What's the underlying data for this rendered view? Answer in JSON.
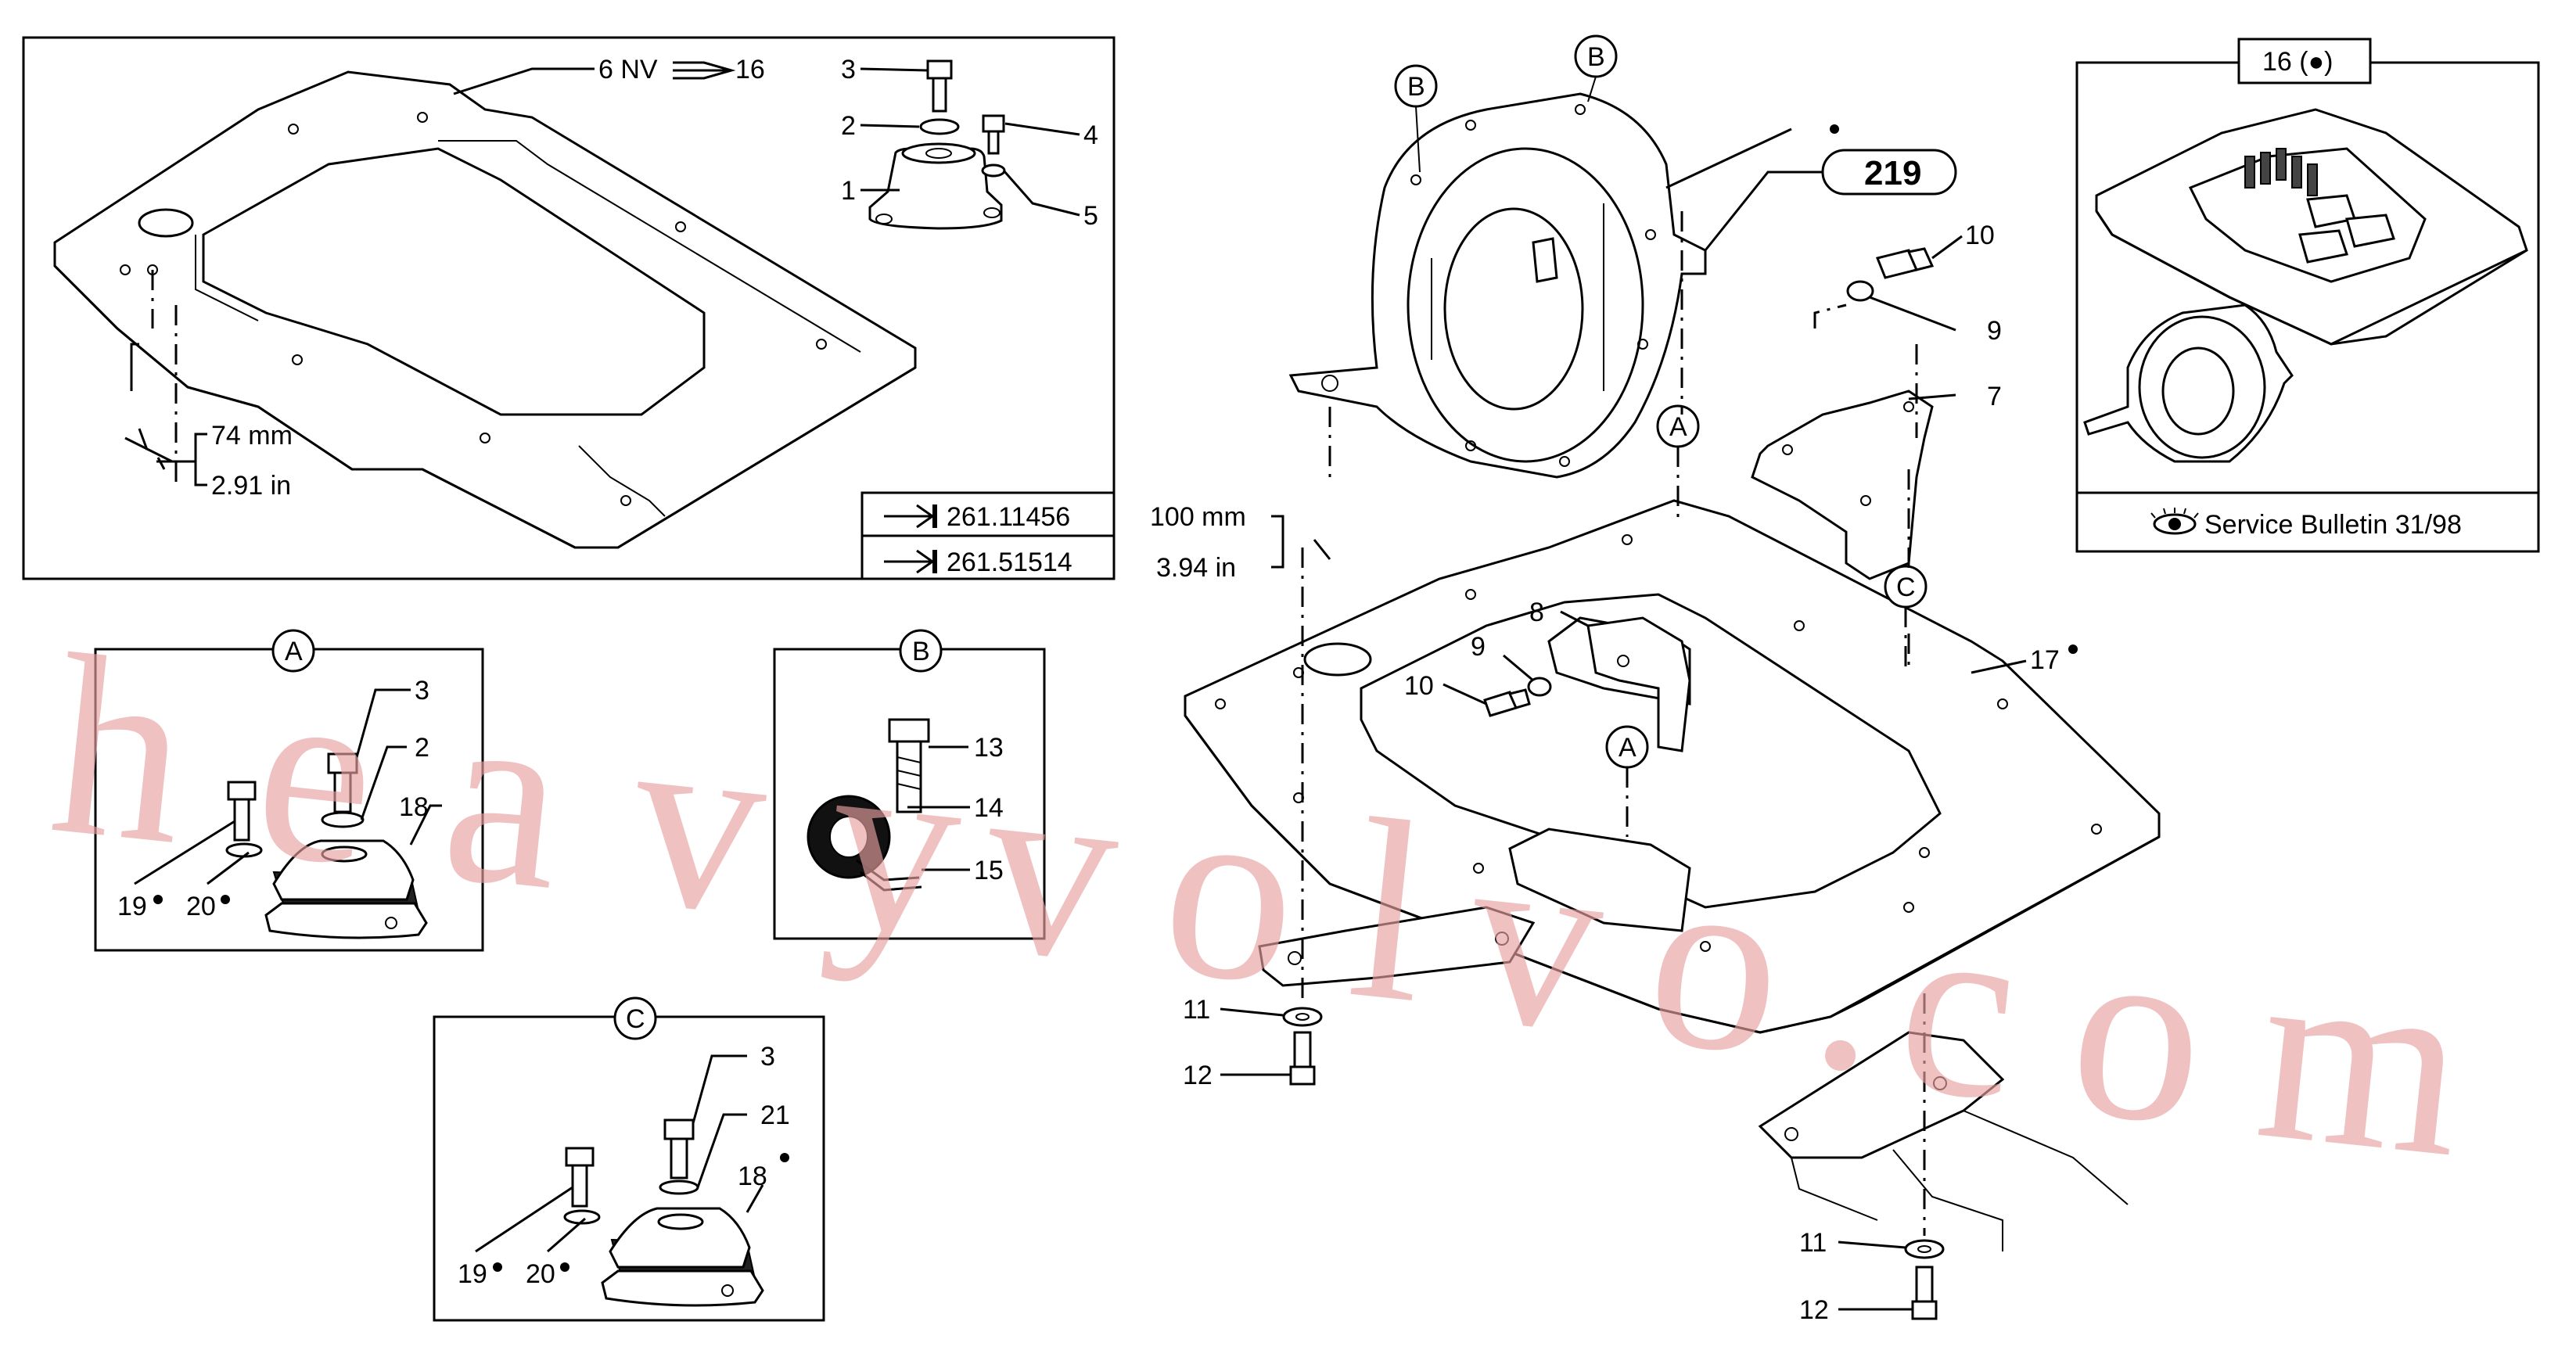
{
  "callouts": {
    "c1": "1",
    "c2": "2",
    "c3": "3",
    "c4": "4",
    "c5": "5",
    "c6": "6 NV",
    "c16": "16",
    "c7": "7",
    "c8": "8",
    "c9": "9",
    "c10": "10",
    "c11": "11",
    "c12": "12",
    "c13": "13",
    "c14": "14",
    "c15": "15",
    "c17": "17",
    "c18": "18",
    "c19": "19",
    "c20": "20",
    "c21": "21"
  },
  "dimensions": {
    "frame_mm": "74 mm",
    "frame_in": "2.91 in",
    "plate_mm": "100 mm",
    "plate_in": "3.94 in"
  },
  "references": {
    "ref1": "261.11456",
    "ref2": "261.51514",
    "group": "219"
  },
  "details": {
    "a": "A",
    "b": "B",
    "c": "C"
  },
  "inset": {
    "title": "16 (●)",
    "bulletin": "Service Bulletin 31/98"
  },
  "watermark": "heavyvolvo.com",
  "icons": {
    "arrow": "arrow-to-bar-icon",
    "eye": "eye-icon",
    "dot": "bullet-dot-icon"
  }
}
